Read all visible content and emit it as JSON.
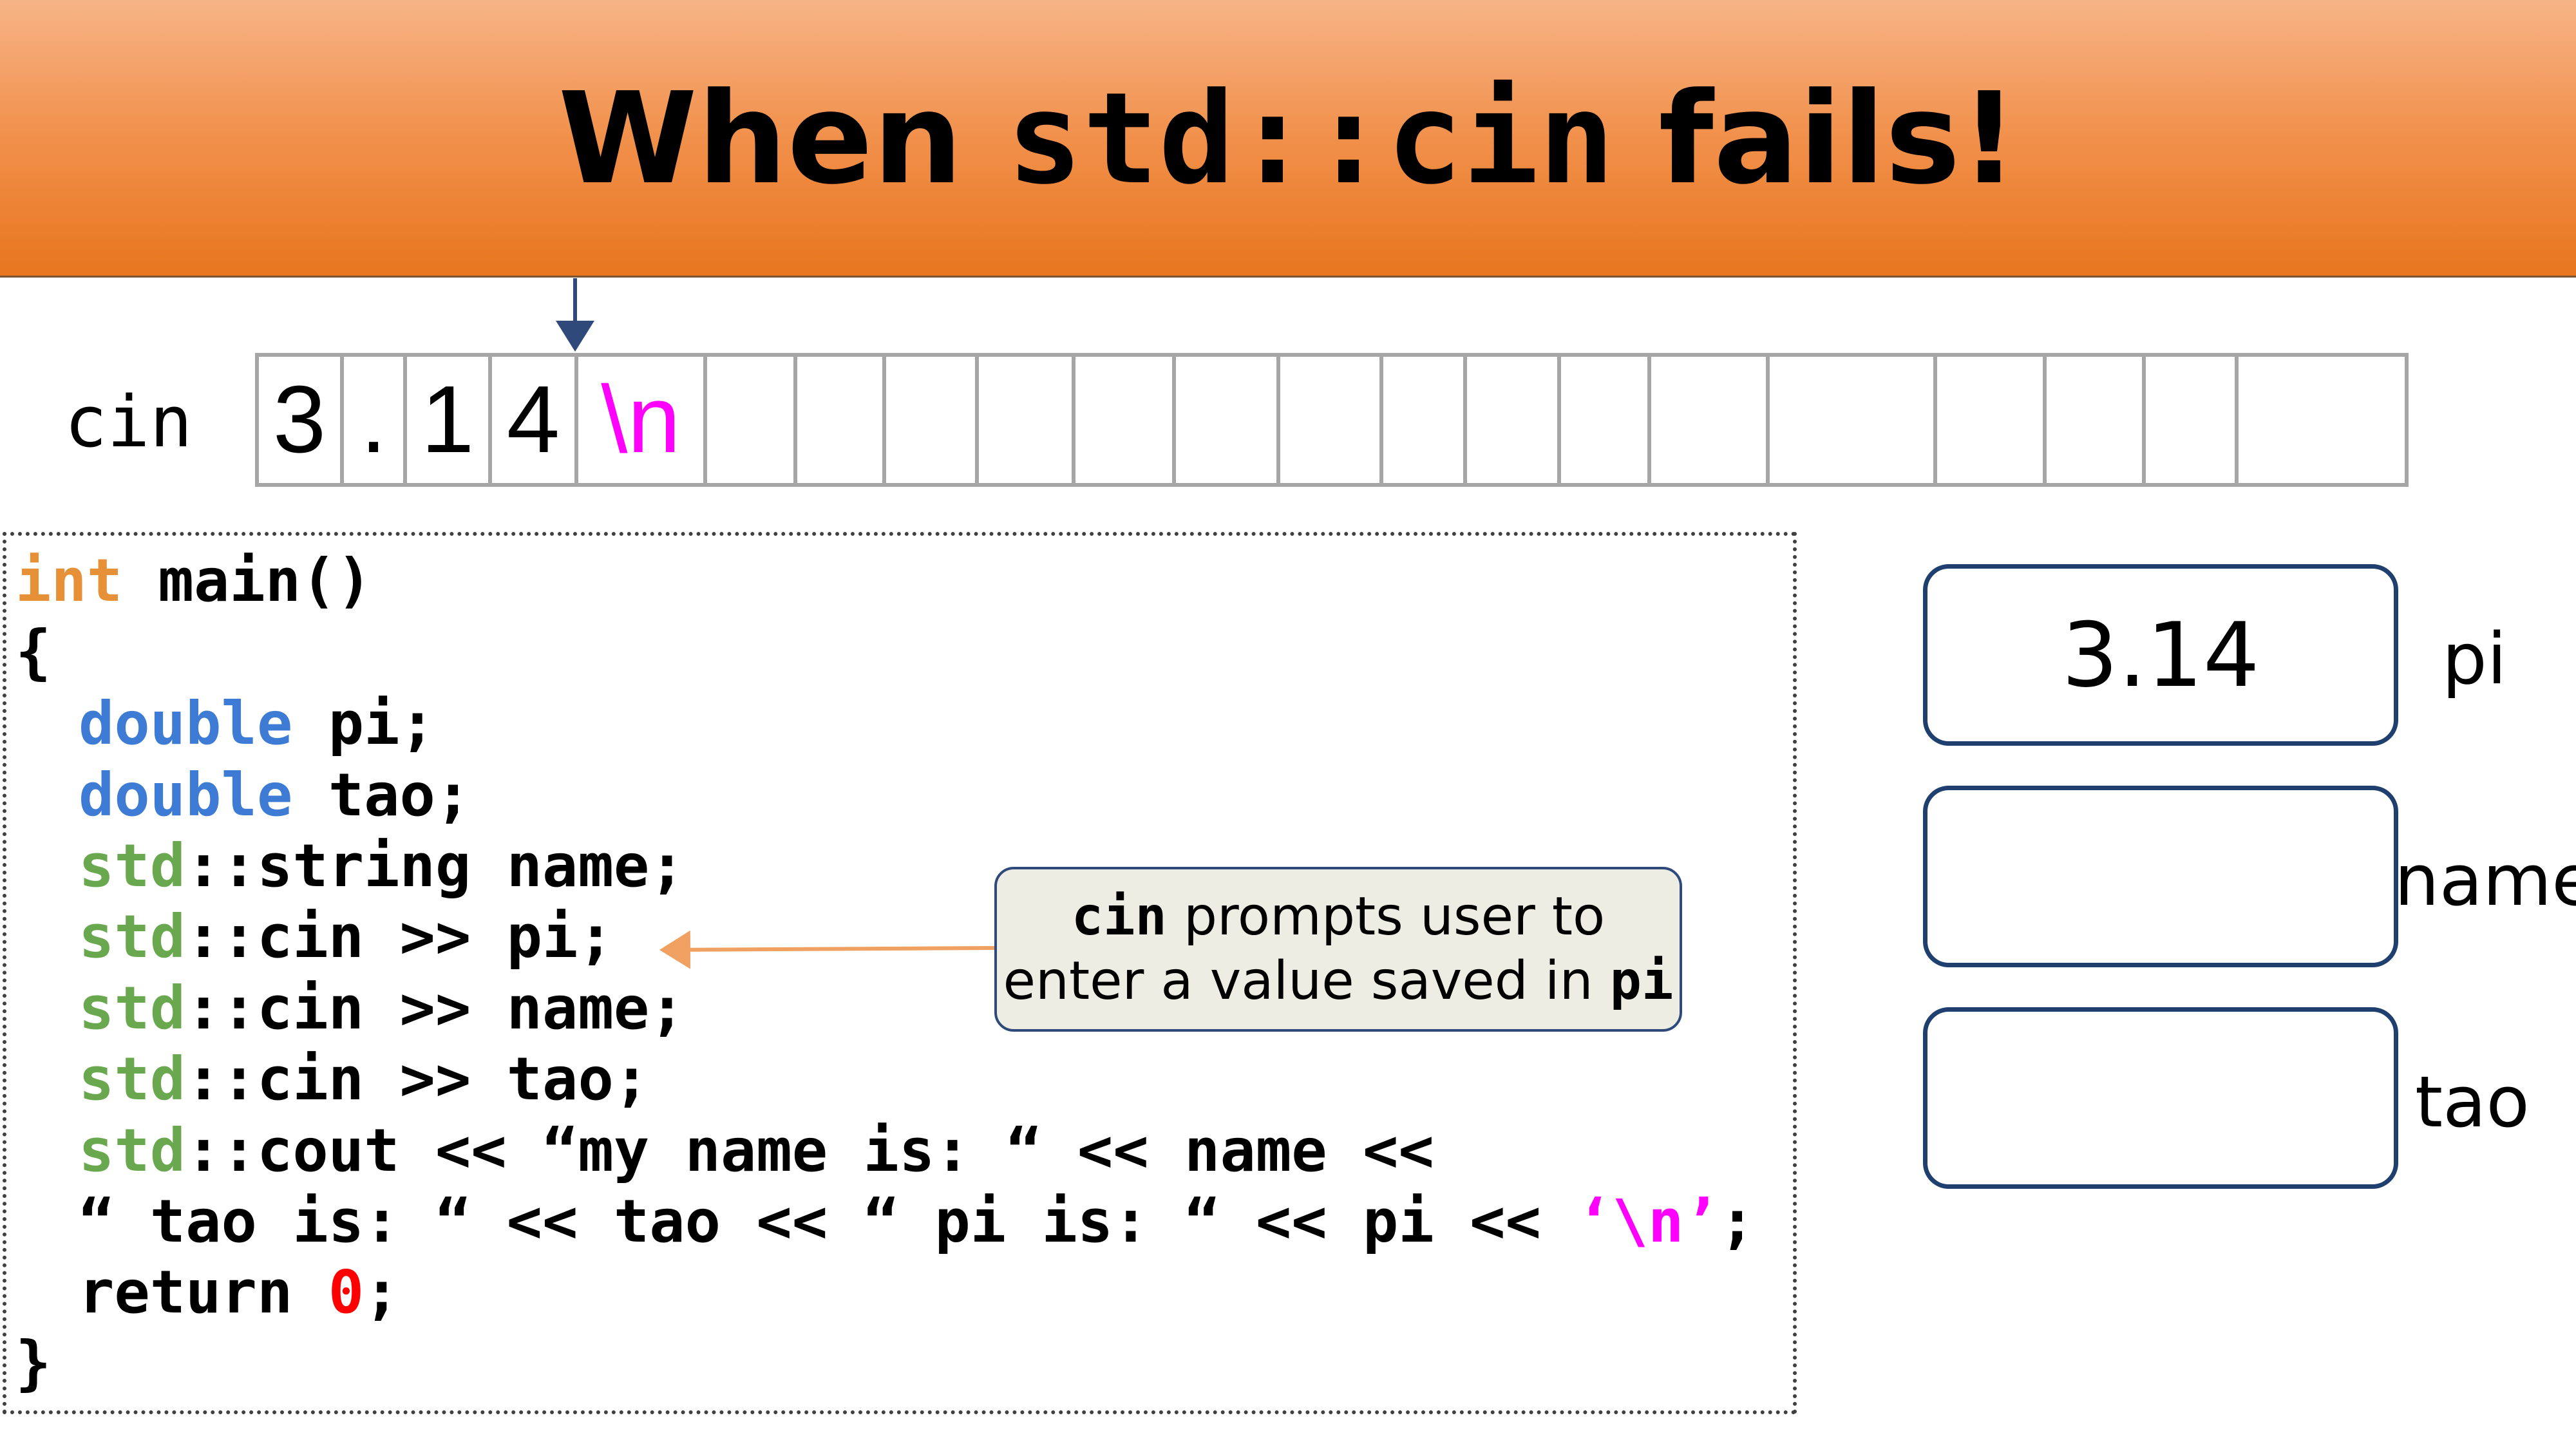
{
  "title": {
    "prefix": "When",
    "code": "std::cin",
    "suffix": "fails!"
  },
  "stream": {
    "label": "cin",
    "cells": [
      "3",
      ".",
      "1",
      "4",
      "\\n",
      "",
      "",
      "",
      "",
      "",
      "",
      "",
      "",
      "",
      "",
      "",
      "",
      "",
      "",
      "",
      ""
    ]
  },
  "code": {
    "line1": {
      "type": "int",
      "rest": " main()"
    },
    "line2": "{",
    "line3": {
      "type": "double",
      "rest": " pi;"
    },
    "line4": {
      "type": "double",
      "rest": " tao;"
    },
    "line5": {
      "ns": "std",
      "rest": "::string name;"
    },
    "line6": {
      "ns": "std",
      "rest": "::cin >> pi;"
    },
    "line7": {
      "ns": "std",
      "rest": "::cin >> name;"
    },
    "line8": {
      "ns": "std",
      "rest": "::cin >> tao;"
    },
    "line9": {
      "ns": "std",
      "rest": "::cout << “my name is: “ << name <<"
    },
    "line10": {
      "pre": "“ tao is: “ << tao << “ pi is: “ << pi << ",
      "newline": "‘\\n’",
      "post": ";"
    },
    "line11": {
      "pre": "return ",
      "zero": "0",
      "post": ";"
    },
    "line12": "}"
  },
  "callout": {
    "code1": "cin",
    "text1": " prompts user to",
    "text2": "enter a value saved in ",
    "code2": "pi"
  },
  "variables": [
    {
      "name": "pi",
      "value": "3.14"
    },
    {
      "name": "name",
      "value": ""
    },
    {
      "name": "tao",
      "value": ""
    }
  ],
  "colors": {
    "banner_top": "#f7b486",
    "banner_bottom": "#e8761e",
    "keyword_type": "#e69138",
    "keyword_double": "#3d7bd4",
    "namespace": "#6aa84f",
    "escape": "#ff00ff",
    "literal": "#ff0000",
    "box_border": "#1f3f6e",
    "arrow_down": "#2f4a7a",
    "arrow_callout": "#f0a060"
  }
}
